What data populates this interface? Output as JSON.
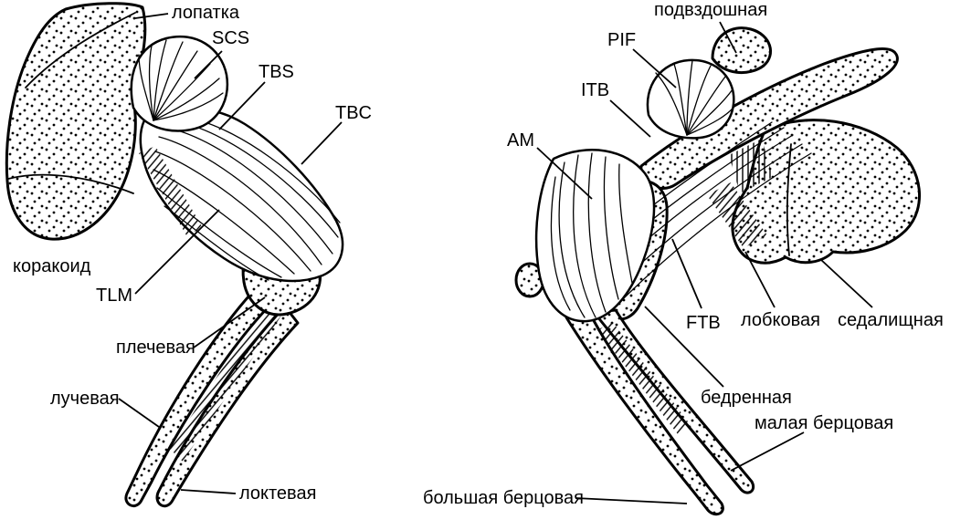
{
  "figure": {
    "background_color": "#ffffff",
    "ink_color": "#000000",
    "left_panel": {
      "labels": [
        {
          "id": "scapula",
          "text": "лопатка"
        },
        {
          "id": "scs",
          "text": "SCS"
        },
        {
          "id": "tbs",
          "text": "TBS"
        },
        {
          "id": "tbc",
          "text": "TBC"
        },
        {
          "id": "coracoid",
          "text": "коракоид"
        },
        {
          "id": "tlm",
          "text": "TLM"
        },
        {
          "id": "humerus",
          "text": "плечевая"
        },
        {
          "id": "radius",
          "text": "лучевая"
        },
        {
          "id": "ulna",
          "text": "локтевая"
        }
      ]
    },
    "right_panel": {
      "labels": [
        {
          "id": "ilium",
          "text": "подвздошная"
        },
        {
          "id": "pif",
          "text": "PIF"
        },
        {
          "id": "itb",
          "text": "ITB"
        },
        {
          "id": "am",
          "text": "AM"
        },
        {
          "id": "ftb",
          "text": "FTB"
        },
        {
          "id": "pubis",
          "text": "лобковая"
        },
        {
          "id": "ischium",
          "text": "седалищная"
        },
        {
          "id": "femur",
          "text": "бедренная"
        },
        {
          "id": "fibula",
          "text": "малая берцовая"
        },
        {
          "id": "tibia",
          "text": "большая берцовая"
        }
      ]
    }
  }
}
